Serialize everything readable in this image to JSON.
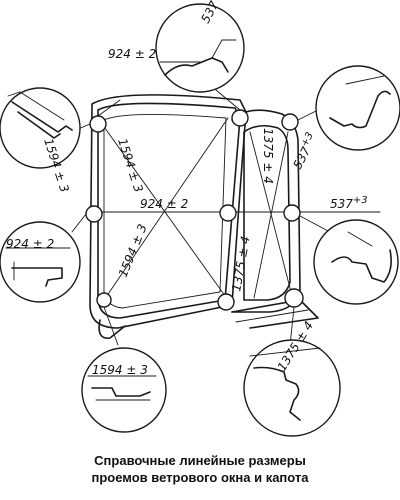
{
  "figure": {
    "dimensions": {
      "top_inset": {
        "base": "924 ± 2",
        "sup": ""
      },
      "top_right_inset": {
        "base": "537",
        "sup": "+3"
      },
      "left_top_inset": {
        "base": "1594 ± 3",
        "sup": ""
      },
      "diag_left": {
        "base": "1594 ± 3",
        "sup": ""
      },
      "diag_right": {
        "base": "1375 ± 4",
        "sup": ""
      },
      "right_inset": {
        "base": "537",
        "sup": "+3"
      },
      "horizontal_center": {
        "base": "924 ± 2",
        "sup": ""
      },
      "horizontal_right": {
        "base": "537",
        "sup": "+3"
      },
      "left_mid_inset": {
        "base": "924 ± 2",
        "sup": ""
      },
      "diag_lower_left": {
        "base": "1594 ± 3",
        "sup": ""
      },
      "diag_lower_right": {
        "base": "1375 ± 4",
        "sup": ""
      },
      "bottom_right_inset": {
        "base": "1375 ± 4",
        "sup": ""
      },
      "bottom_left_inset": {
        "base": "1594 ± 3",
        "sup": ""
      }
    }
  },
  "caption": {
    "line1": "Справочные линейные размеры",
    "line2": "проемов ветрового окна и капота"
  }
}
